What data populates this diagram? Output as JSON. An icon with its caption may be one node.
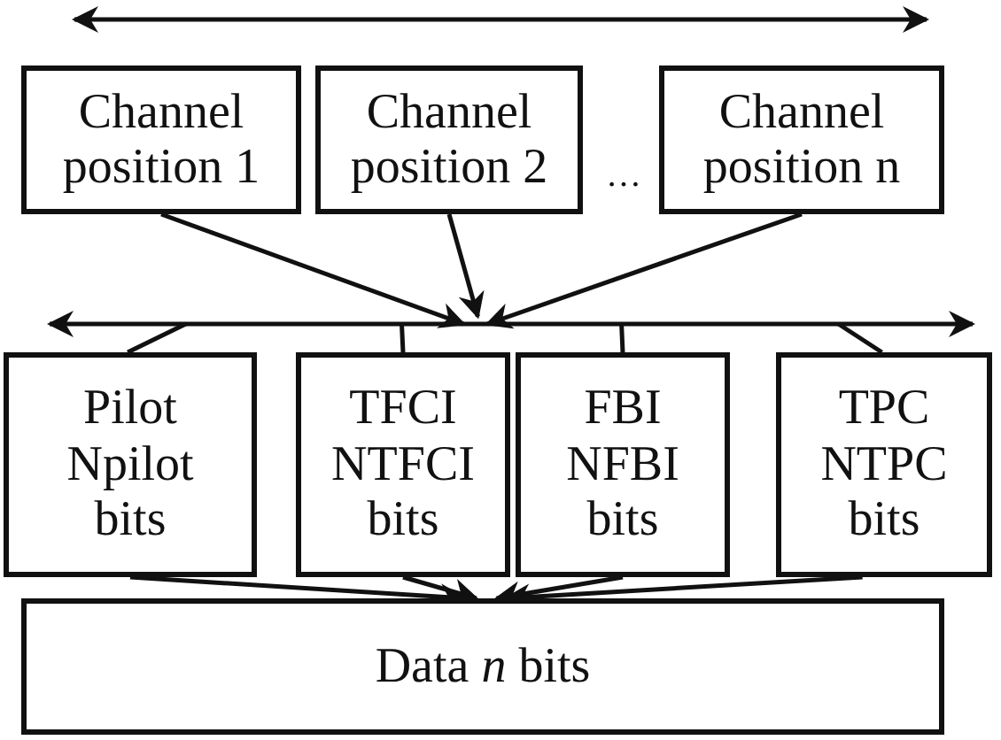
{
  "diagram": {
    "nodes": [
      {
        "text": [
          "Channel position 1"
        ]
      },
      {
        "text": [
          "Channel position 2"
        ]
      },
      {
        "text": [
          "Channel position n"
        ]
      },
      {
        "text": [],
        "shape": "bar"
      },
      {
        "text": [
          "Pilot",
          "Npilot bits"
        ]
      },
      {
        "text": [
          "TFCI",
          "NTFCI bits"
        ]
      },
      {
        "text": [
          "FBI",
          "NFBI bits"
        ]
      },
      {
        "text": [
          "TPC",
          "NTPC bits"
        ]
      },
      {
        "text": [
          "Data *n* bits"
        ]
      }
    ],
    "edges": [
      {
        "from": 0,
        "to": 3,
        "arrow": "to"
      },
      {
        "from": 1,
        "to": 3,
        "arrow": "to"
      },
      {
        "from": 2,
        "to": 3,
        "arrow": "to"
      },
      {
        "from": 3,
        "to": 4,
        "arrow": "none"
      },
      {
        "from": 3,
        "to": 5,
        "arrow": "none"
      },
      {
        "from": 3,
        "to": 6,
        "arrow": "none"
      },
      {
        "from": 3,
        "to": 7,
        "arrow": "none"
      },
      {
        "from": 4,
        "to": 8,
        "arrow": "to"
      },
      {
        "from": 5,
        "to": 8,
        "arrow": "to"
      },
      {
        "from": 6,
        "to": 8,
        "arrow": "to"
      },
      {
        "from": 7,
        "to": 8,
        "arrow": "to"
      }
    ],
    "labels": [
      "…"
    ]
  }
}
